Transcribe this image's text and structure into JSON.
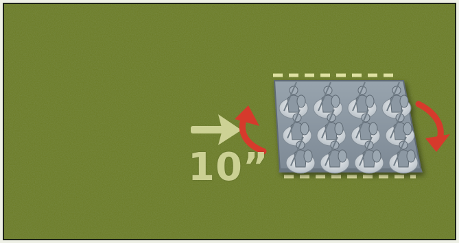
{
  "scene": {
    "description_label": "",
    "movement_distance": "10”",
    "colors": {
      "grass": "#5b6a24",
      "grass_light": "#7f8f34",
      "grass_dark": "#3c4716",
      "tray": "#8e9aa5",
      "tray_edge": "#6b7681",
      "miniature": "#8c98a3",
      "base": "#dfe4e8",
      "marker_dashes": "#e4e6a8",
      "arrow_red": "#d63a2c",
      "move_arrow": "#d5d99e"
    },
    "unit": {
      "rows": 3,
      "columns": 4,
      "model_count": 12
    },
    "icons": [
      "move-arrow-icon",
      "pivot-ccw-icon",
      "pivot-cw-icon"
    ]
  }
}
